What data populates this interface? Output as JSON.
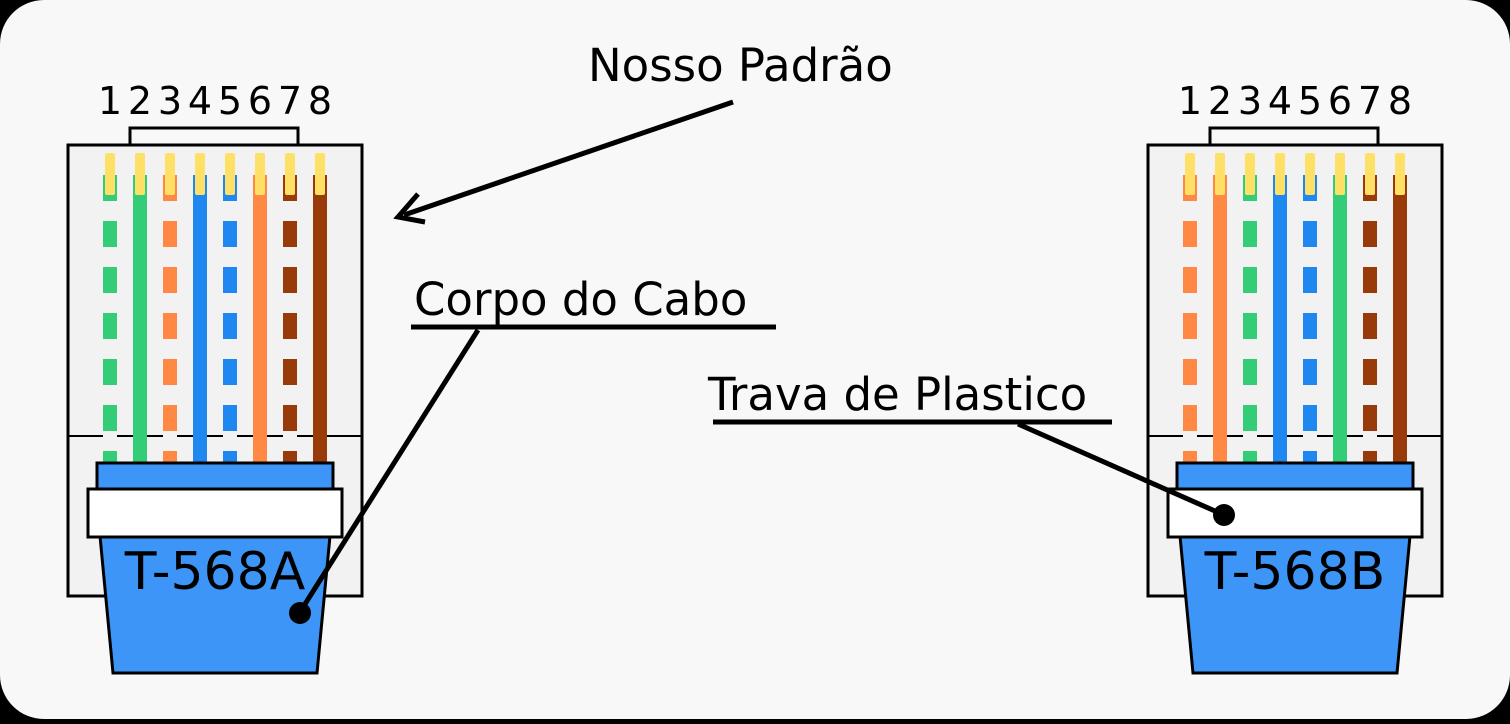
{
  "colors": {
    "background": "#f8f8f8",
    "frame": "#000000",
    "cable_body": "#3d96f7",
    "lock": "#ffffff",
    "pin": "#ffe066",
    "white_stripe_base": "#f2f2f2"
  },
  "annotations": {
    "nosso_padrao": "Nosso Padrão",
    "corpo_do_cabo": "Corpo do Cabo",
    "trava_de_plastico": "Trava de Plastico"
  },
  "connectors": [
    {
      "id": "a",
      "label": "T-568A",
      "pin_numbers": [
        "1",
        "2",
        "3",
        "4",
        "5",
        "6",
        "7",
        "8"
      ],
      "wires": [
        {
          "pin": "1",
          "color": "green",
          "hex": "#33cc77",
          "striped": true
        },
        {
          "pin": "2",
          "color": "green",
          "hex": "#33cc77",
          "striped": false
        },
        {
          "pin": "3",
          "color": "orange",
          "hex": "#ff8844",
          "striped": true
        },
        {
          "pin": "4",
          "color": "blue",
          "hex": "#1e88f0",
          "striped": false
        },
        {
          "pin": "5",
          "color": "blue",
          "hex": "#1e88f0",
          "striped": true
        },
        {
          "pin": "6",
          "color": "orange",
          "hex": "#ff8844",
          "striped": false
        },
        {
          "pin": "7",
          "color": "brown",
          "hex": "#993a0a",
          "striped": true
        },
        {
          "pin": "8",
          "color": "brown",
          "hex": "#993a0a",
          "striped": false
        }
      ]
    },
    {
      "id": "b",
      "label": "T-568B",
      "pin_numbers": [
        "1",
        "2",
        "3",
        "4",
        "5",
        "6",
        "7",
        "8"
      ],
      "wires": [
        {
          "pin": "1",
          "color": "orange",
          "hex": "#ff8844",
          "striped": true
        },
        {
          "pin": "2",
          "color": "orange",
          "hex": "#ff8844",
          "striped": false
        },
        {
          "pin": "3",
          "color": "green",
          "hex": "#33cc77",
          "striped": true
        },
        {
          "pin": "4",
          "color": "blue",
          "hex": "#1e88f0",
          "striped": false
        },
        {
          "pin": "5",
          "color": "blue",
          "hex": "#1e88f0",
          "striped": true
        },
        {
          "pin": "6",
          "color": "green",
          "hex": "#33cc77",
          "striped": false
        },
        {
          "pin": "7",
          "color": "brown",
          "hex": "#993a0a",
          "striped": true
        },
        {
          "pin": "8",
          "color": "brown",
          "hex": "#993a0a",
          "striped": false
        }
      ]
    }
  ]
}
